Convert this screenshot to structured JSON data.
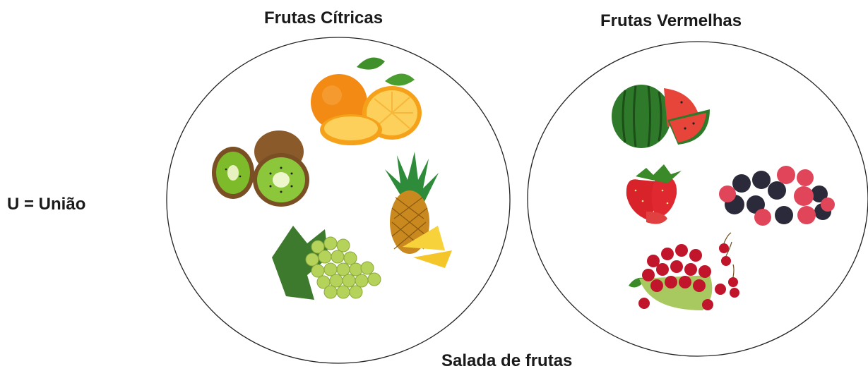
{
  "union_label": "U = União",
  "sets": {
    "left": {
      "title": "Frutas Cítricas",
      "items": [
        "orange-icon",
        "kiwi-icon",
        "pineapple-icon",
        "grapes-icon"
      ]
    },
    "right": {
      "title": "Frutas Vermelhas",
      "items": [
        "watermelon-icon",
        "strawberry-icon",
        "berries-icon",
        "cherries-icon"
      ]
    }
  },
  "bottom_label": "Salada de frutas"
}
